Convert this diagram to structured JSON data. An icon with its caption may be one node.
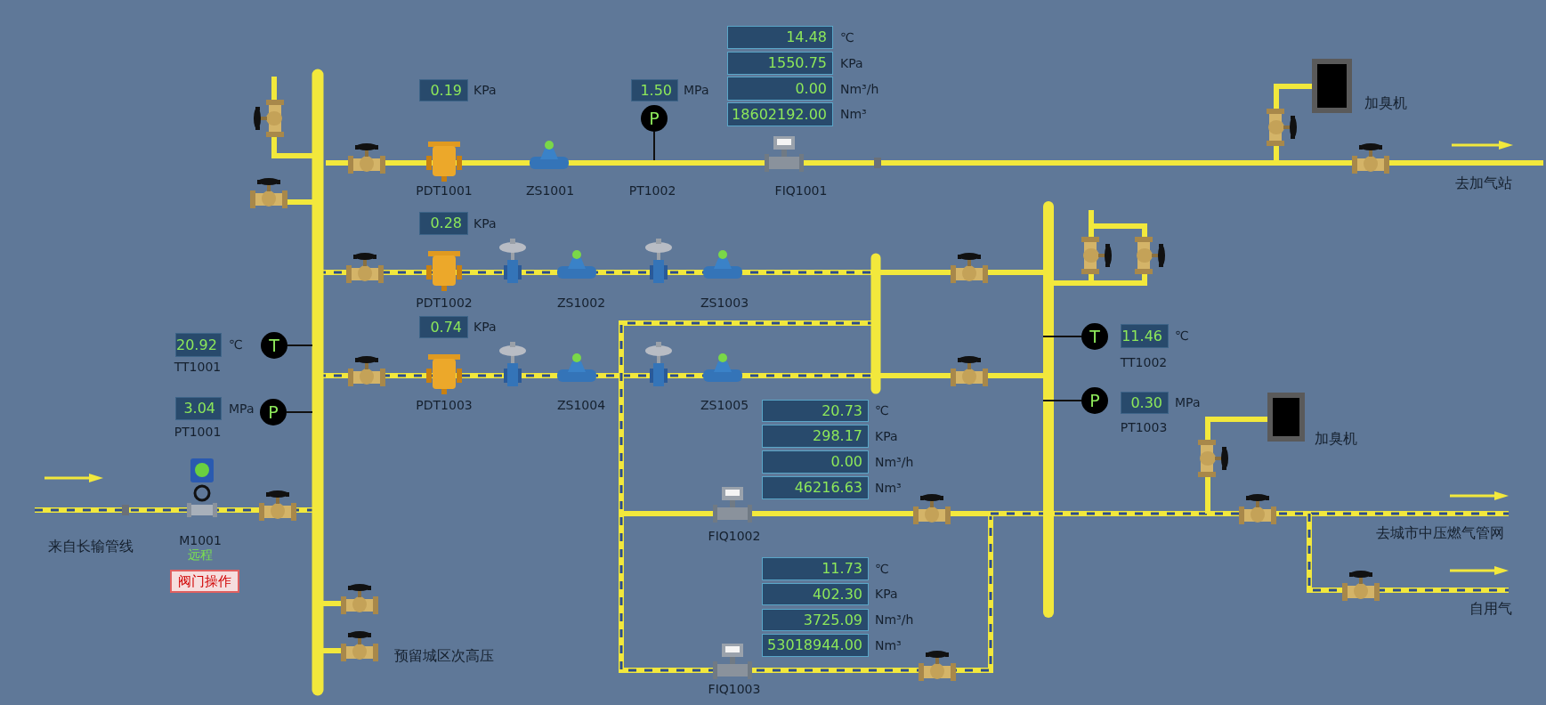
{
  "diagram": {
    "nodes": [
      {
        "text": [
          "14.48"
        ],
        "beside": [
          "℃"
        ]
      },
      {
        "text": [
          "1550.75"
        ],
        "beside": [
          "KPa"
        ]
      },
      {
        "text": [
          "0.00"
        ],
        "beside": [
          "Nm³/h"
        ]
      },
      {
        "text": [
          "18602192.00"
        ],
        "beside": [
          "Nm³"
        ]
      },
      {
        "text": [
          "0.19"
        ],
        "beside": [
          "KPa"
        ]
      },
      {
        "text": [
          "1.50"
        ],
        "beside": [
          "MPa"
        ]
      },
      {
        "text": [
          "P"
        ]
      },
      {
        "text": [
          "0.28"
        ],
        "beside": [
          "KPa"
        ]
      },
      {
        "text": [
          "0.74"
        ],
        "beside": [
          "KPa"
        ]
      },
      {
        "text": [
          "20.92"
        ],
        "beside": [
          "℃"
        ]
      },
      {
        "text": [
          "T"
        ]
      },
      {
        "text": [
          "T"
        ]
      },
      {
        "text": [
          "11.46"
        ],
        "beside": [
          "℃"
        ]
      },
      {
        "text": [
          "3.04"
        ],
        "beside": [
          "MPa"
        ]
      },
      {
        "text": [
          "P"
        ]
      },
      {
        "text": [
          "P"
        ]
      },
      {
        "text": [
          "0.30"
        ],
        "beside": [
          "MPa"
        ]
      },
      {
        "text": [
          "20.73"
        ],
        "beside": [
          "℃"
        ]
      },
      {
        "text": [
          "298.17"
        ],
        "beside": [
          "KPa"
        ]
      },
      {
        "text": [
          "0.00"
        ],
        "beside": [
          "Nm³/h"
        ]
      },
      {
        "text": [
          "46216.63"
        ],
        "beside": [
          "Nm³"
        ]
      },
      {
        "text": [
          "阀门操作"
        ]
      },
      {
        "text": [
          "11.73"
        ],
        "beside": [
          "℃"
        ]
      },
      {
        "text": [
          "402.30"
        ],
        "beside": [
          "KPa"
        ]
      },
      {
        "text": [
          "3725.09"
        ],
        "beside": [
          "Nm³/h"
        ]
      },
      {
        "text": [
          "53018944.00"
        ],
        "beside": [
          "Nm³"
        ]
      }
    ],
    "edges": [
      {
        "from": 6,
        "to": null,
        "arrow": "none"
      },
      {
        "from": 10,
        "to": null,
        "arrow": "none"
      },
      {
        "from": 14,
        "to": null,
        "arrow": "none"
      },
      {
        "from": 11,
        "to": null,
        "arrow": "none"
      },
      {
        "from": 15,
        "to": null,
        "arrow": "none"
      }
    ],
    "labels": [
      "PDT1001",
      "ZS1001",
      "PT1002",
      "FIQ1001",
      "加臭机",
      "去加气站",
      "PDT1002",
      "ZS1002",
      "ZS1003",
      "TT1001",
      "PDT1003",
      "ZS1004",
      "ZS1005",
      "TT1002",
      "PT1001",
      "PT1003",
      "加臭机",
      "M1001",
      "远程",
      "FIQ1002",
      "来自长输管线",
      "去城市中压燃气管网",
      "自用气",
      "预留城区次高压",
      "FIQ1003"
    ]
  }
}
